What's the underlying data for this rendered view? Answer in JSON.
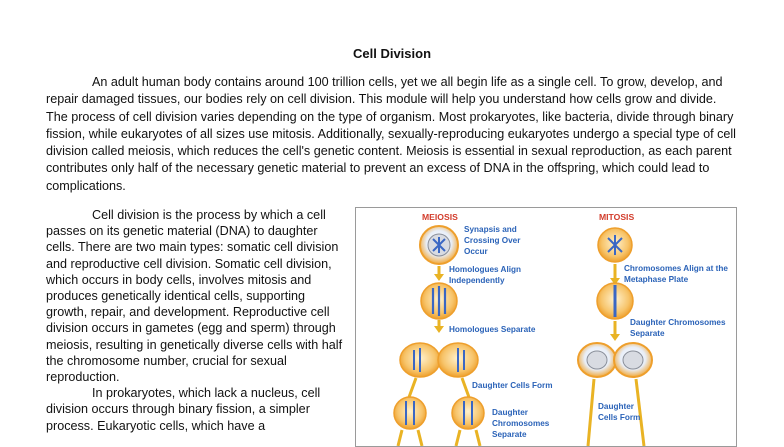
{
  "document": {
    "title": "Cell Division",
    "intro": "An adult human body contains around 100 trillion cells, yet we all begin life as a single cell. To grow, develop, and repair damaged tissues, our bodies rely on cell division. This module will help you understand how cells grow and divide. The process of cell division varies depending on the type of organism. Most prokaryotes, like bacteria, divide through binary fission, while eukaryotes of all sizes use mitosis. Additionally, sexually-reproducing eukaryotes undergo a special type of cell division called meiosis, which reduces the cell's genetic content. Meiosis is essential in sexual reproduction, as each parent contributes only half of the necessary genetic material to prevent an excess of DNA in the offspring, which could lead to complications.",
    "paragraph2": "Cell division is the process by which a cell passes on its genetic material (DNA) to daughter cells. There are two main types: somatic cell division and reproductive cell division. Somatic cell division, which occurs in body cells, involves mitosis and produces genetically identical cells, supporting growth, repair, and development. Reproductive cell division occurs in gametes (egg and sperm) through meiosis, resulting in genetically diverse cells with half the chromosome number, crucial for sexual reproduction.",
    "paragraph3": "In prokaryotes, which lack a nucleus, cell division occurs through binary fission, a simpler process. Eukaryotic cells, which have a"
  },
  "figure": {
    "meiosis": {
      "heading": "MEIOSIS",
      "labels": [
        "Synapsis and",
        "Crossing Over",
        "Occur",
        "Homologues Align",
        "Independently",
        "Homologues Separate",
        "Daughter Cells Form",
        "Daughter",
        "Chromosomes",
        "Separate"
      ]
    },
    "mitosis": {
      "heading": "MITOSIS",
      "labels": [
        "Chromosomes Align at the",
        "Metaphase Plate",
        "Daughter Chromosomes",
        "Separate",
        "Daughter",
        "Cells Form"
      ]
    },
    "colors": {
      "cell": "#f2a93a",
      "arrow": "#e9b324",
      "label": "#2b63b8",
      "heading": "#d23b2a",
      "chromosome": "#3a67c4"
    }
  }
}
